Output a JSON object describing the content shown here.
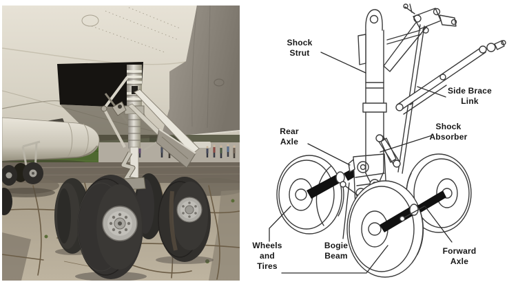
{
  "figure": {
    "left_panel": {
      "type": "photograph",
      "subject": "Aircraft main landing gear with four-wheel bogie"
    },
    "right_panel": {
      "type": "line diagram",
      "subject": "Main landing gear component callouts"
    }
  },
  "diagram": {
    "label_color": "#161616",
    "line_color": "#3a3a3a",
    "labels": {
      "shock_strut": {
        "line1": "Shock",
        "line2": "Strut"
      },
      "side_brace_link": {
        "line1": "Side Brace",
        "line2": "Link"
      },
      "rear_axle": {
        "line1": "Rear",
        "line2": "Axle"
      },
      "shock_absorber": {
        "line1": "Shock",
        "line2": "Absorber"
      },
      "wheels_and_tires": {
        "line1": "Wheels",
        "line2": "and",
        "line3": "Tires"
      },
      "bogie_beam": {
        "line1": "Bogie",
        "line2": "Beam"
      },
      "forward_axle": {
        "line1": "Forward",
        "line2": "Axle"
      }
    }
  },
  "photo": {
    "colors": {
      "fuselage": "#d9d4c7",
      "wing_underside": "#8b857b",
      "tire": "#2e2c2a",
      "wheel_rim": "#aeaca6",
      "grass": "#4e6830",
      "pavement": "#b3a995",
      "wet_pavement": "#6e665a",
      "gear_bay": "#161411"
    }
  }
}
